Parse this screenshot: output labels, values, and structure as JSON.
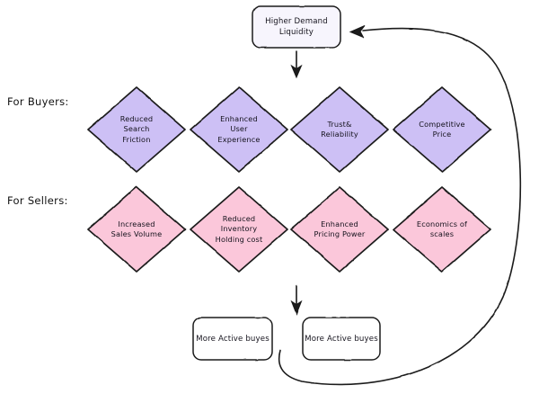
{
  "diagram": {
    "title_node": {
      "label": "Higher Demand\nLiquidity",
      "fill": "#f7f5fd",
      "stroke": "#1a1a1a"
    },
    "row_labels": {
      "buyers": "For Buyers:",
      "sellers": "For Sellers:"
    },
    "buyer_nodes": [
      {
        "label": "Reduced\nSearch\nFriction",
        "fill": "#cdc0f5"
      },
      {
        "label": "Enhanced\nUser\nExperience",
        "fill": "#cdc0f5"
      },
      {
        "label": "Trust&\nReliability",
        "fill": "#cdc0f5"
      },
      {
        "label": "Competitive\nPrice",
        "fill": "#cdc0f5"
      }
    ],
    "seller_nodes": [
      {
        "label": "Increased\nSales Volume",
        "fill": "#fbc7da"
      },
      {
        "label": "Reduced\nInventory\nHolding cost",
        "fill": "#fbc7da"
      },
      {
        "label": "Enhanced\nPricing Power",
        "fill": "#fbc7da"
      },
      {
        "label": "Economics of\nscales",
        "fill": "#fbc7da"
      }
    ],
    "outcome_nodes": [
      {
        "label": "More Active buyes",
        "fill": "#ffffff"
      },
      {
        "label": "More Active buyes",
        "fill": "#ffffff"
      }
    ],
    "colors": {
      "buyer_fill": "#cdc0f5",
      "seller_fill": "#fbc7da",
      "stroke": "#1a1a1a",
      "background": "#ffffff",
      "text": "#14121c"
    },
    "connectors": [
      {
        "name": "top-to-buyers",
        "type": "arrow",
        "direction": "down"
      },
      {
        "name": "sellers-to-outcomes",
        "type": "arrow",
        "direction": "down"
      },
      {
        "name": "feedback-loop",
        "type": "curved-arrow",
        "direction": "up-left"
      }
    ]
  }
}
